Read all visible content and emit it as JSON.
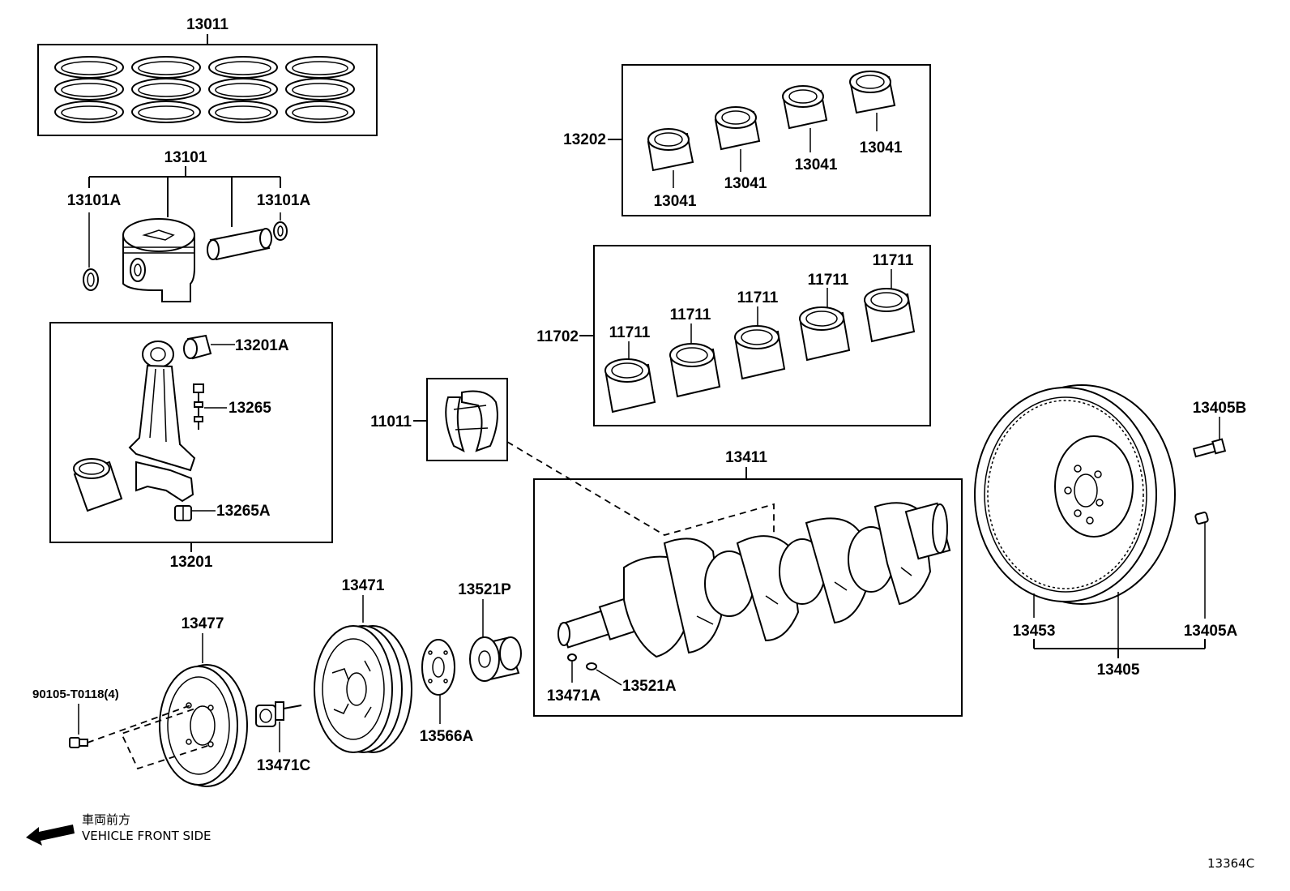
{
  "labels": {
    "p13011": "13011",
    "p13101": "13101",
    "p13101A_left": "13101A",
    "p13101A_right": "13101A",
    "p13201A": "13201A",
    "p13265": "13265",
    "p13265A": "13265A",
    "p13201": "13201",
    "p13202": "13202",
    "p13041_a": "13041",
    "p13041_b": "13041",
    "p13041_c": "13041",
    "p13041_d": "13041",
    "p11702": "11702",
    "p11711_a": "11711",
    "p11711_b": "11711",
    "p11711_c": "11711",
    "p11711_d": "11711",
    "p11711_e": "11711",
    "p11011": "11011",
    "p13411": "13411",
    "p13405B": "13405B",
    "p13453": "13453",
    "p13405A": "13405A",
    "p13405": "13405",
    "p13477": "13477",
    "p13471": "13471",
    "p13521P": "13521P",
    "p90105": "90105-T0118(4)",
    "p13471C": "13471C",
    "p13566A": "13566A",
    "p13471A": "13471A",
    "p13521A": "13521A"
  },
  "direction_note": {
    "jp": "車両前方",
    "en": "VEHICLE FRONT SIDE"
  },
  "figure_code": "13364C"
}
